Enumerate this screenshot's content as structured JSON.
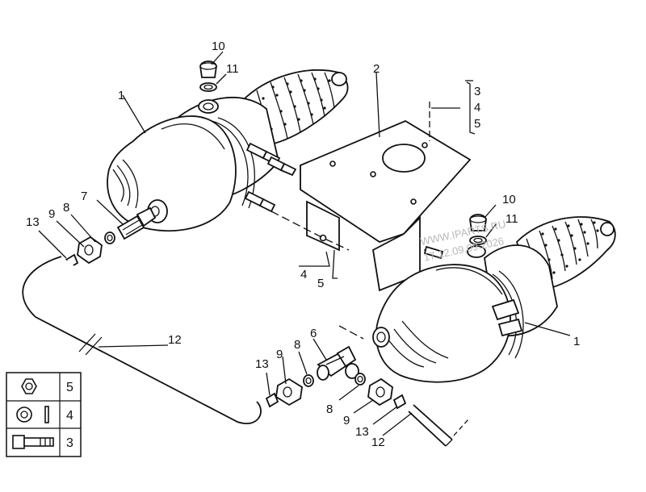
{
  "labels": {
    "l1a": "1",
    "l1b": "1",
    "l2": "2",
    "l3a": "3",
    "l4a": "4",
    "l5a": "5",
    "l4b": "4",
    "l5b": "5",
    "l6": "6",
    "l7": "7",
    "l8a": "8",
    "l8b": "8",
    "l8c": "8",
    "l9a": "9",
    "l9b": "9",
    "l9c": "9",
    "l10a": "10",
    "l10b": "10",
    "l11a": "11",
    "l11b": "11",
    "l12a": "12",
    "l12b": "12",
    "l13a": "13",
    "l13b": "13",
    "l13c": "13"
  },
  "legend": {
    "rows": [
      {
        "icon": "nut-icon",
        "number": "5"
      },
      {
        "icon": "washer-icon",
        "number": "4"
      },
      {
        "icon": "bolt-icon",
        "number": "3"
      }
    ]
  },
  "watermark": {
    "line1": "WWW.IPARTS.RU",
    "line2": "17.12.09.09.2026"
  }
}
